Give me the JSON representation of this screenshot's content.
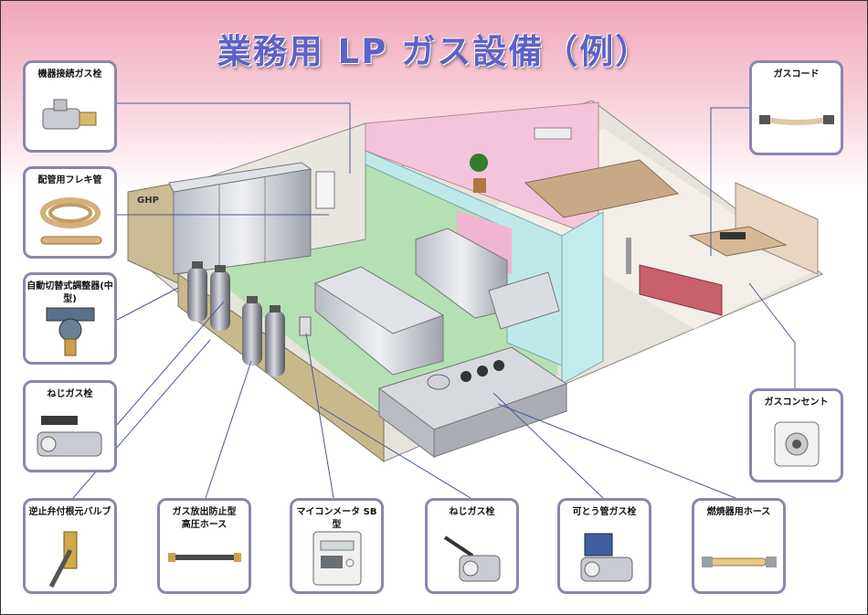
{
  "title": "業務用 LP ガス設備（例）",
  "callouts": {
    "kiki": "機器接続ガス栓",
    "flex": "配管用フレキ管",
    "regulator": "自動切替式調整器(中型)",
    "neji_left": "ねじガス栓",
    "gyakushiben": "逆止弁付根元バルブ",
    "koatsu_line1": "ガス放出防止型",
    "koatsu_line2": "高圧ホース",
    "meter": "マイコンメータ SB型",
    "neji_bottom": "ねじガス栓",
    "katou": "可とう管ガス栓",
    "nensho": "燃焼器用ホース",
    "gas_cord": "ガスコード",
    "concent": "ガスコンセント"
  },
  "scene_labels": {
    "ghp": "GHP"
  },
  "colors": {
    "title": "#5d62c6",
    "callout_border": "#8b86ad",
    "leader_line": "#4a5a9a"
  }
}
